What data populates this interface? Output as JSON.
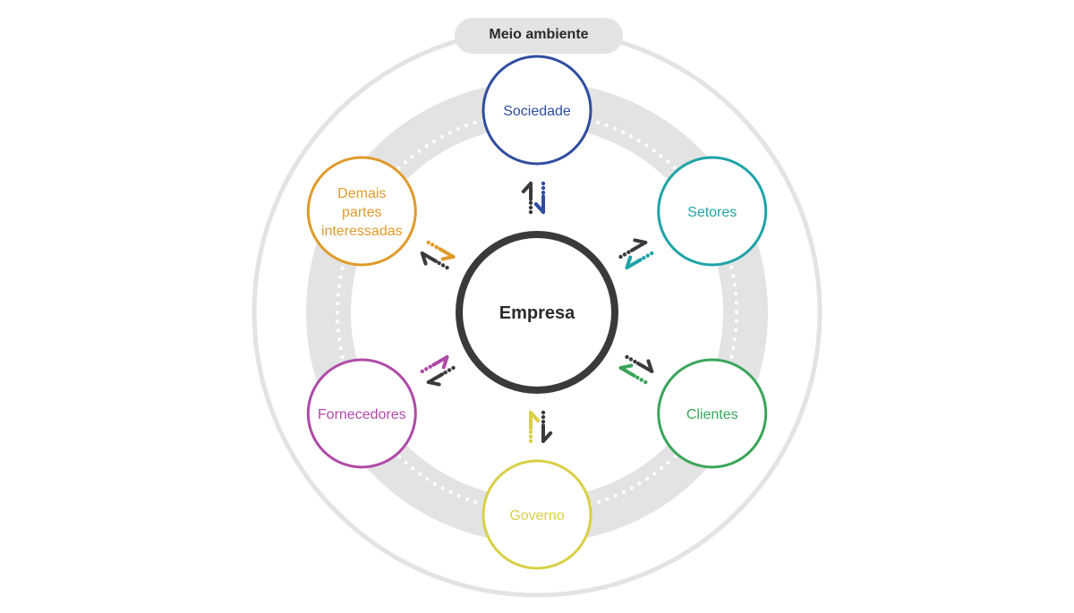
{
  "environment": {
    "label": "Meio ambiente"
  },
  "center": {
    "label": "Empresa",
    "color": "#3a3a3a"
  },
  "stakeholders": [
    {
      "id": "sociedade",
      "lines": [
        "Sociedade"
      ],
      "color": "#2f4da0"
    },
    {
      "id": "setores",
      "lines": [
        "Setores"
      ],
      "color": "#1fa3a8"
    },
    {
      "id": "clientes",
      "lines": [
        "Clientes"
      ],
      "color": "#3aa55a"
    },
    {
      "id": "governo",
      "lines": [
        "Governo"
      ],
      "color": "#d9cf45"
    },
    {
      "id": "fornecedores",
      "lines": [
        "Fornecedores"
      ],
      "color": "#b04aa8"
    },
    {
      "id": "demais",
      "lines": [
        "Demais",
        "partes",
        "interessadas"
      ],
      "color": "#e09a2a"
    }
  ],
  "colors": {
    "outer_ring": "#e3e3e3",
    "inner_band": "#e3e3e3",
    "dots": "#ffffff",
    "arrow_dark": "#3a3a3a"
  }
}
